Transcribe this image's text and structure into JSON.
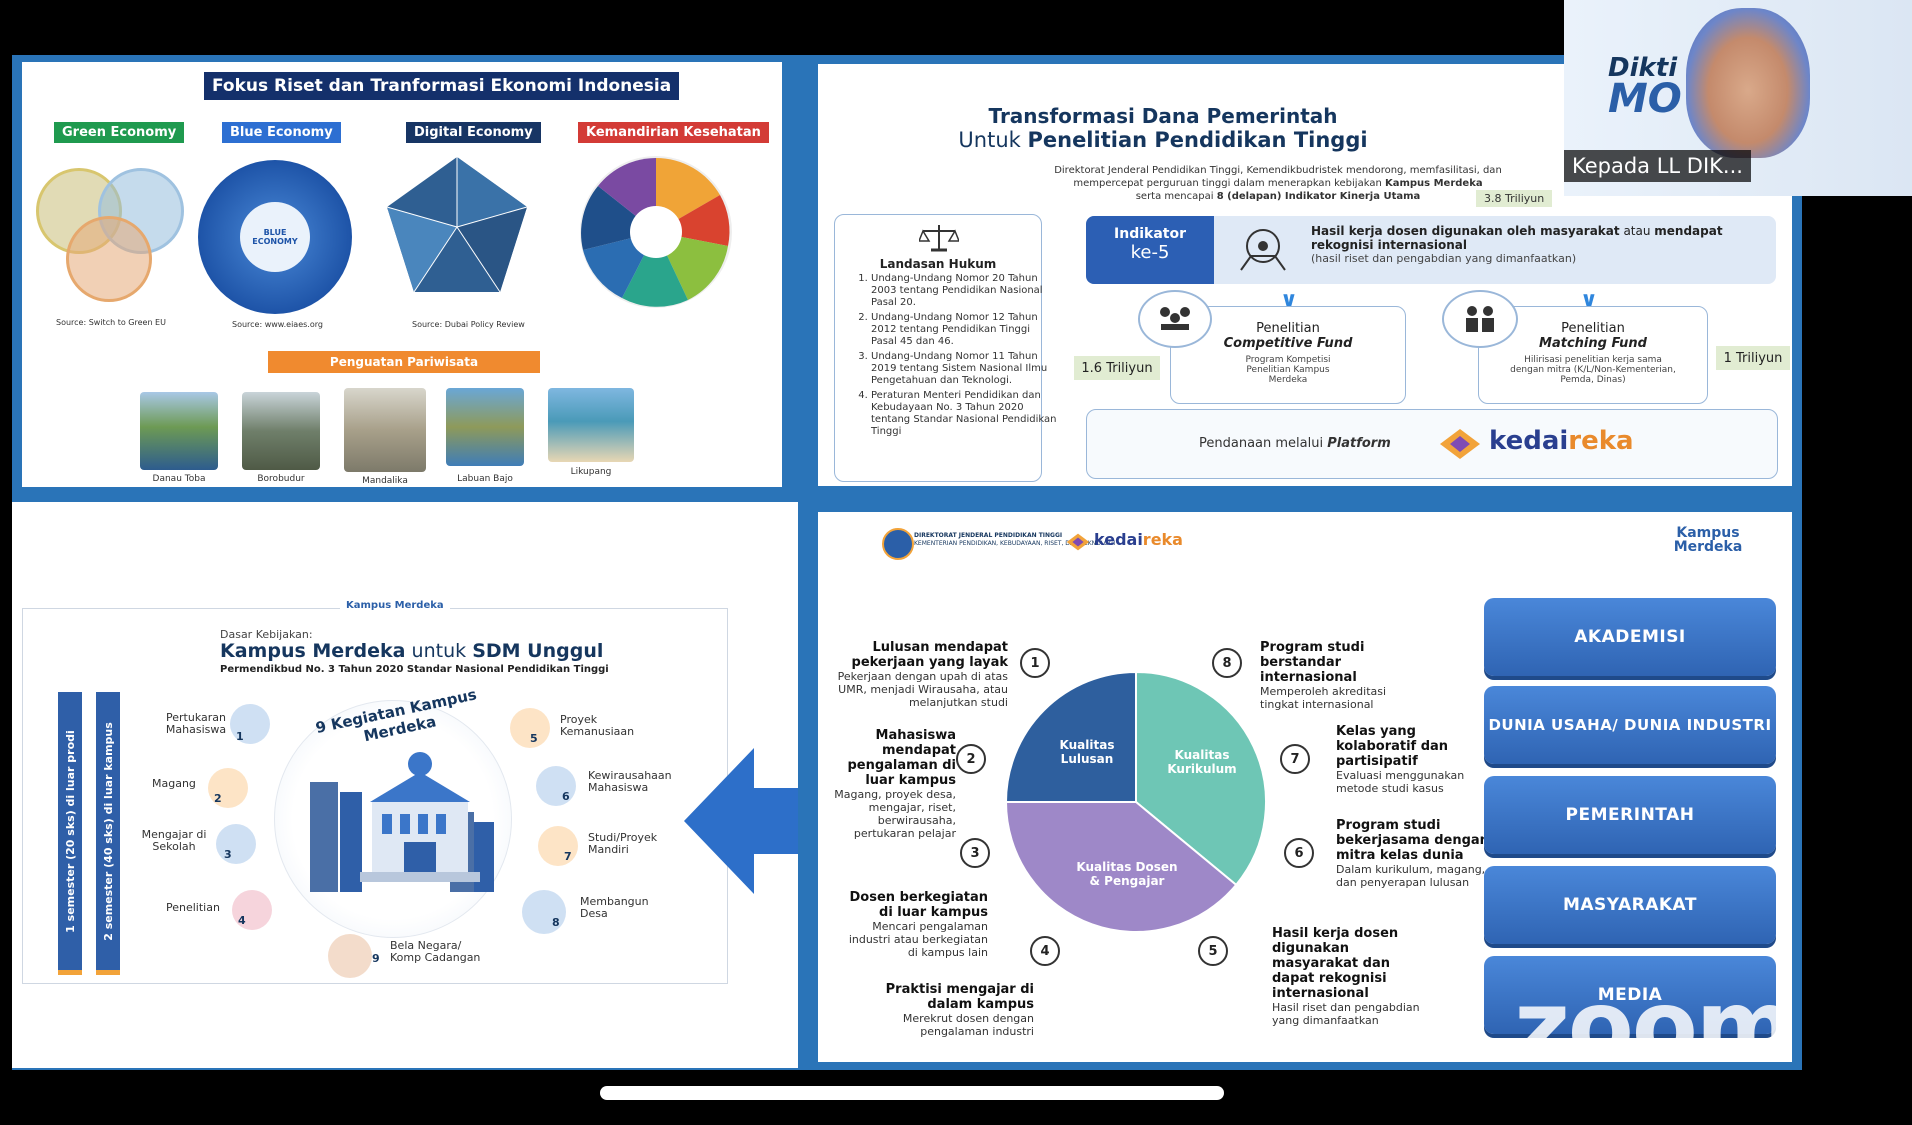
{
  "slide1": {
    "title": "Fokus Riset dan Tranformasi Ekonomi Indonesia",
    "economies": [
      {
        "label": "Green Economy",
        "color": "#1f9a4f",
        "source": "Source: Switch to Green EU"
      },
      {
        "label": "Blue Economy",
        "color": "#2d6fd2",
        "source": "Source: www.eiaes.org"
      },
      {
        "label": "Digital Economy",
        "color": "#173564",
        "source": "Source: Dubai Policy Review"
      },
      {
        "label": "Kemandirian Kesehatan",
        "color": "#d33b36",
        "source": ""
      }
    ],
    "blue_center": "BLUE ECONOMY",
    "tourism_title": "Penguatan Pariwisata",
    "places": [
      "Danau Toba",
      "Borobudur",
      "Mandalika",
      "Labuan Bajo",
      "Likupang"
    ]
  },
  "slide2": {
    "title_line1": "Transformasi Dana Pemerintah",
    "title_line2_a": "Untuk ",
    "title_line2_b": "Penelitian Pendidikan Tinggi",
    "desc_a": "Direktorat Jenderal Pendidikan Tinggi, Kemendikbudristek mendorong, memfasilitasi, dan",
    "desc_b": "mempercepat perguruan tinggi dalam menerapkan kebijakan ",
    "desc_b_bold": "Kampus Merdeka",
    "desc_c": "serta mencapai ",
    "desc_c_bold": "8 (delapan) Indikator Kinerja Utama",
    "total": "3.8 Triliyun",
    "legal_title": "Landasan Hukum",
    "legal_items": [
      "Undang-Undang Nomor 20 Tahun 2003 tentang Pendidikan Nasional Pasal 20.",
      "Undang-Undang Nomor 12 Tahun 2012 tentang Pendidikan Tinggi Pasal 45 dan 46.",
      "Undang-Undang Nomor 11 Tahun 2019 tentang Sistem Nasional Ilmu Pengetahuan dan Teknologi.",
      "Peraturan Menteri Pendidikan dan Kebudayaan No. 3 Tahun 2020 tentang Standar Nasional Pendidikan Tinggi"
    ],
    "indicator_label": "Indikator",
    "indicator_num": "ke-5",
    "indicator_text_bold": "Hasil kerja dosen digunakan oleh masyarakat",
    "indicator_text_mid": " atau ",
    "indicator_text_bold2": "mendapat rekognisi internasional",
    "indicator_text_sub": "(hasil riset dan pengabdian yang dimanfaatkan)",
    "fund1_amount": "1.6 Triliyun",
    "fund1_title": "Penelitian",
    "fund1_name": "Competitive Fund",
    "fund1_desc": "Program Kompetisi Penelitian Kampus Merdeka",
    "fund2_amount": "1 Triliyun",
    "fund2_title": "Penelitian",
    "fund2_name": "Matching Fund",
    "fund2_desc": "Hilirisasi penelitian kerja sama dengan mitra (K/L/Non-Kementerian, Pemda, Dinas)",
    "platform_a": "Pendanaan melalui ",
    "platform_b": "Platform",
    "platform_logo_a": "kedai",
    "platform_logo_b": "reka"
  },
  "slide3": {
    "logo": "Kampus Merdeka",
    "pre_title": "Dasar Kebijakan:",
    "title_a": "Kampus Merdeka",
    "title_b": " untuk ",
    "title_c": "SDM Unggul",
    "subtitle": "Permendikbud No. 3 Tahun 2020 Standar Nasional Pendidikan Tinggi",
    "bar1": "1 semester (20 sks) di luar prodi",
    "bar2": "2 semester (40 sks) di luar kampus",
    "arc_title": "9 Kegiatan Kampus Merdeka",
    "activities": [
      {
        "n": "1",
        "label": "Pertukaran Mahasiswa"
      },
      {
        "n": "2",
        "label": "Magang"
      },
      {
        "n": "3",
        "label": "Mengajar di Sekolah"
      },
      {
        "n": "4",
        "label": "Penelitian"
      },
      {
        "n": "5",
        "label": "Proyek Kemanusiaan"
      },
      {
        "n": "6",
        "label": "Kewirausahaan Mahasiswa"
      },
      {
        "n": "7",
        "label": "Studi/Proyek Mandiri"
      },
      {
        "n": "8",
        "label": "Membangun Desa"
      },
      {
        "n": "9",
        "label": "Bela Negara/ Komp Cadangan"
      }
    ]
  },
  "slide4": {
    "header_org": "DIREKTORAT JENDERAL PENDIDIKAN TINGGI",
    "header_org_sub": "KEMENTERIAN PENDIDIKAN, KEBUDAYAAN, RISET, DAN TEKNOLOGI",
    "header_logo_a": "kedai",
    "header_logo_b": "reka",
    "logo_right": "Kampus Merdeka",
    "pie": [
      {
        "label": "Kualitas Lulusan",
        "share": 25,
        "color": "#2e5f9e"
      },
      {
        "label": "Kualitas Kurikulum",
        "share": 36,
        "color": "#6ec6b5"
      },
      {
        "label": "Kualitas Dosen & Pengajar",
        "share": 39,
        "color": "#9e88c8"
      }
    ],
    "indicators": [
      {
        "n": "1",
        "title": "Lulusan mendapat pekerjaan yang layak",
        "sub": "Pekerjaan dengan upah di atas UMR, menjadi Wirausaha, atau melanjutkan studi"
      },
      {
        "n": "2",
        "title": "Mahasiswa mendapat pengalaman di luar kampus",
        "sub": "Magang, proyek desa, mengajar, riset, berwirausaha, pertukaran pelajar"
      },
      {
        "n": "3",
        "title": "Dosen berkegiatan di luar kampus",
        "sub": "Mencari pengalaman industri atau berkegiatan di kampus lain"
      },
      {
        "n": "4",
        "title": "Praktisi mengajar di dalam kampus",
        "sub": "Merekrut dosen dengan pengalaman industri"
      },
      {
        "n": "5",
        "title": "Hasil kerja dosen digunakan masyarakat dan dapat rekognisi internasional",
        "sub": "Hasil riset dan pengabdian yang dimanfaatkan"
      },
      {
        "n": "6",
        "title": "Program studi bekerjasama dengan mitra kelas dunia",
        "sub": "Dalam kurikulum, magang, dan penyerapan lulusan"
      },
      {
        "n": "7",
        "title": "Kelas yang kolaboratif dan partisipatif",
        "sub": "Evaluasi menggunakan metode studi kasus"
      },
      {
        "n": "8",
        "title": "Program studi berstandar internasional",
        "sub": "Memperoleh akreditasi tingkat internasional"
      }
    ],
    "stakeholders": [
      "AKADEMISI",
      "DUNIA USAHA/ DUNIA INDUSTRI",
      "PEMERINTAH",
      "MASYARAKAT",
      "MEDIA"
    ]
  },
  "video": {
    "name": "Kepada LL DIK...",
    "logo_a": "Dikti",
    "logo_b": "MO"
  },
  "watermark": "zoom"
}
